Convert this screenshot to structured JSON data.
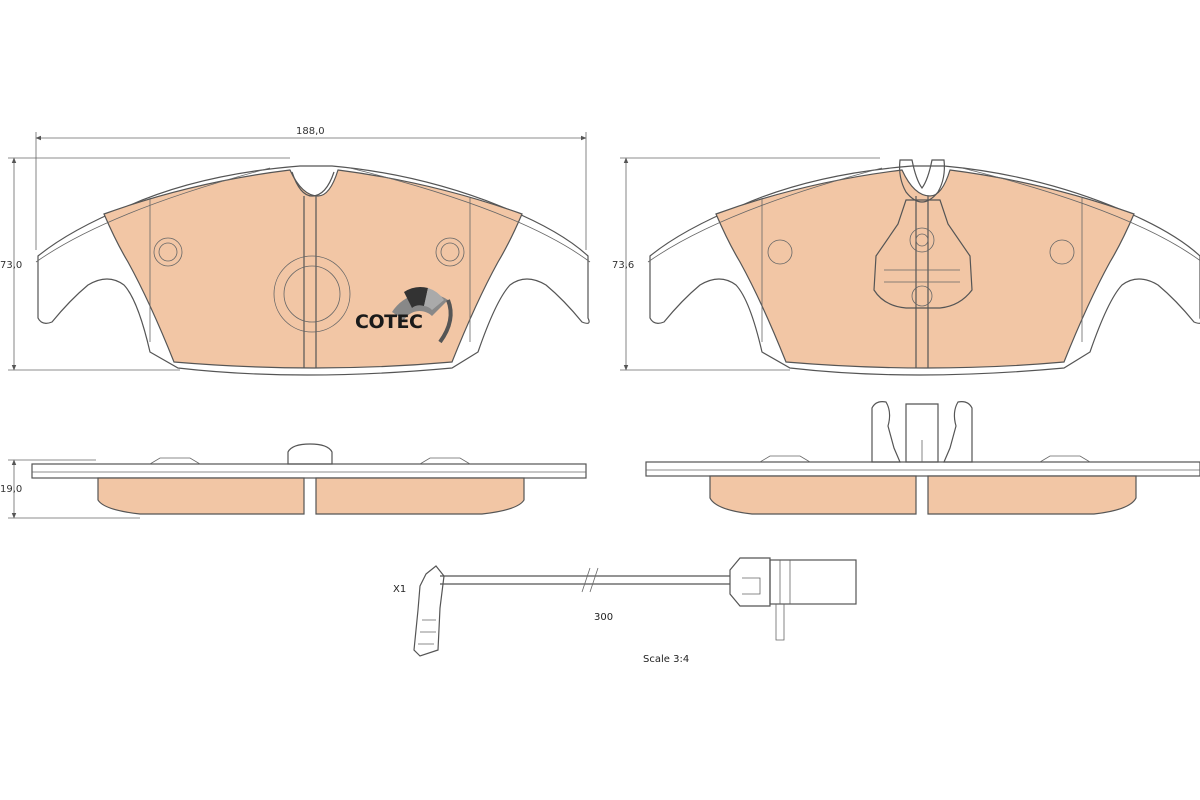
{
  "colors": {
    "pad": "#f2c6a5",
    "outline": "#555555",
    "backplate": "#ffffff"
  },
  "dimensions": {
    "width_left": "188,0",
    "height_left": "73,0",
    "height_right": "73,6",
    "thickness": "19,0"
  },
  "logo": {
    "text": "COTEC"
  },
  "sensor": {
    "label": "X1",
    "length": "300"
  },
  "scale": "Scale 3:4"
}
